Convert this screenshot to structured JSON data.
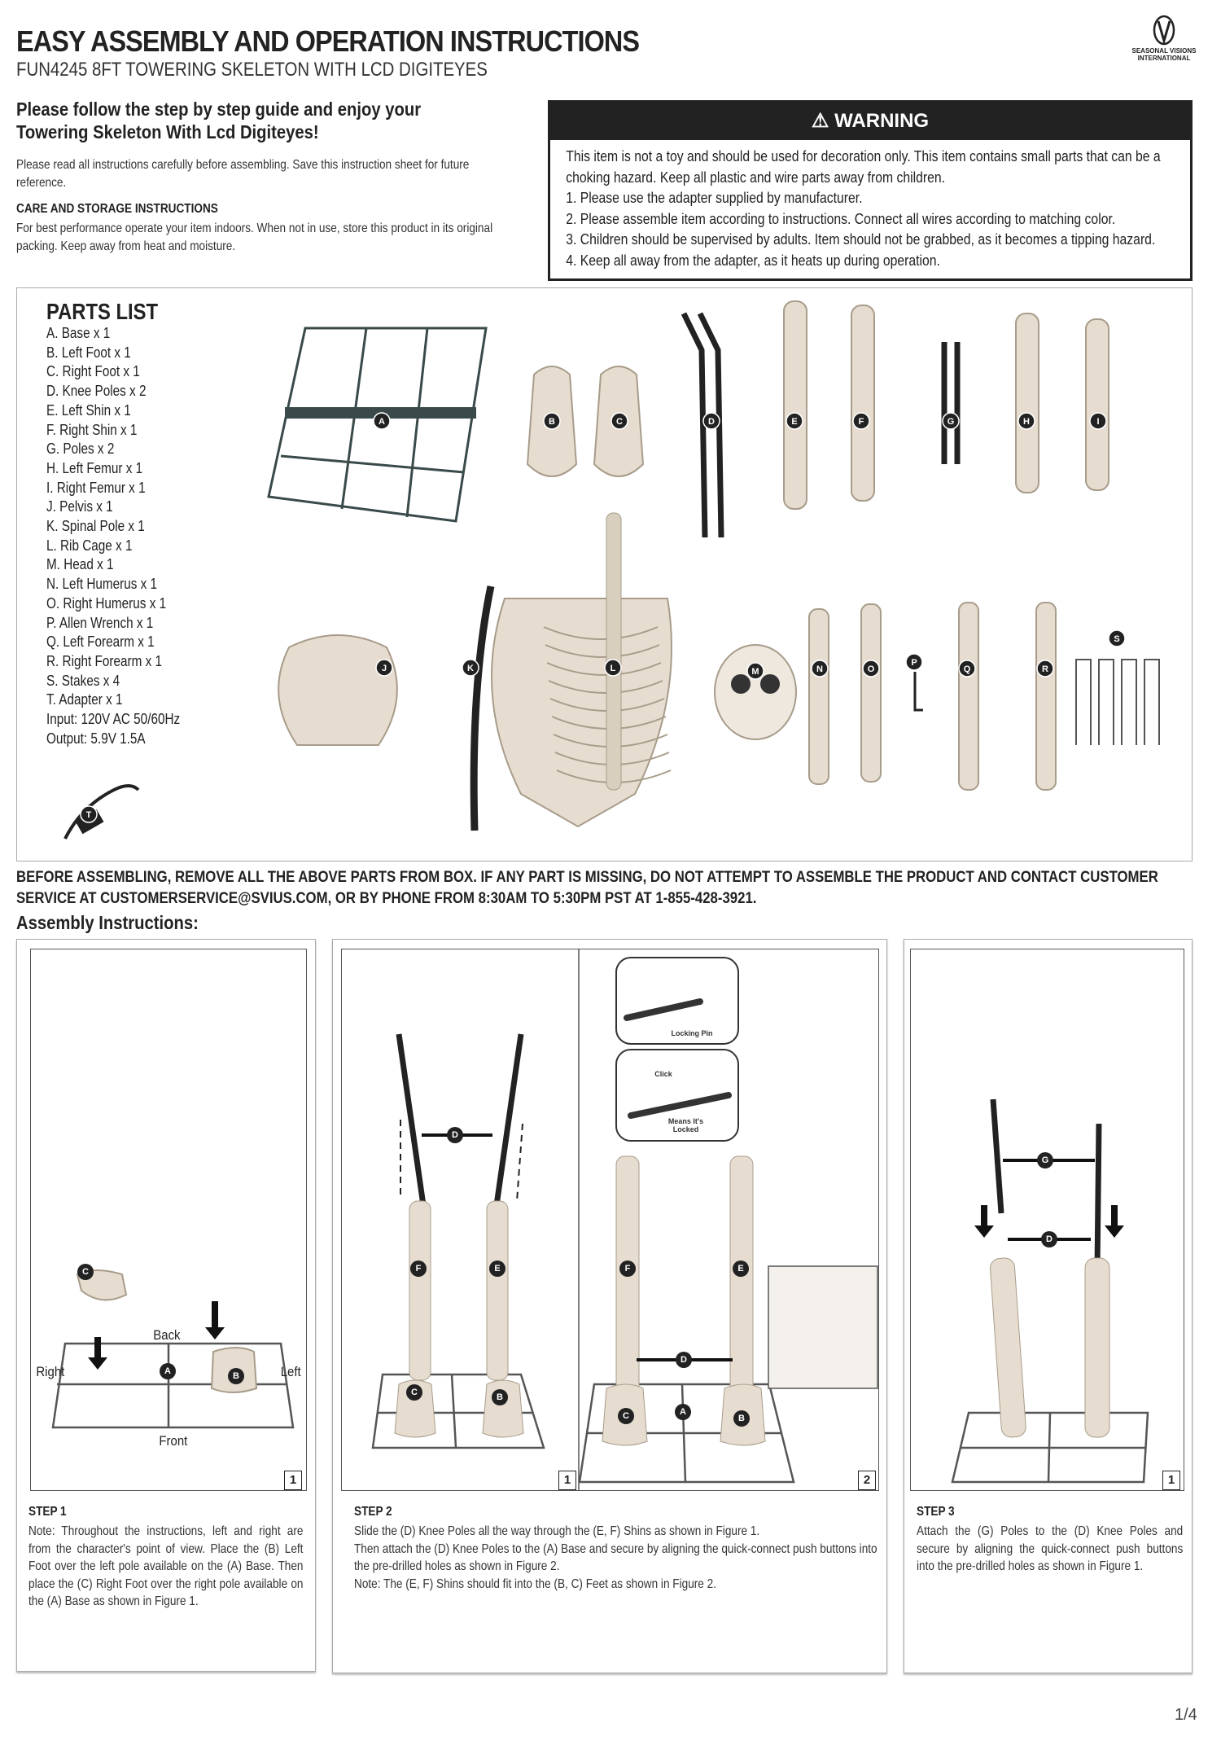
{
  "header": {
    "title": "EASY ASSEMBLY AND OPERATION INSTRUCTIONS",
    "subtitle": "FUN4245 8FT TOWERING SKELETON WITH LCD DIGITEYES",
    "logo_text": "SEASONAL VISIONS INTERNATIONAL"
  },
  "intro": {
    "heading_line1": "Please follow the step by step guide and enjoy your",
    "heading_line2": "Towering Skeleton With Lcd Digiteyes!",
    "paragraph": "Please read all instructions carefully before assembling. Save this instruction sheet for future reference.",
    "care_heading": "CARE AND STORAGE INSTRUCTIONS",
    "care_text": "For best performance operate your item indoors. When not in use, store this product in its original packing. Keep away from heat and moisture."
  },
  "warning": {
    "icon": "warning-triangle-icon",
    "title": "WARNING",
    "intro": "This item is not a toy and should be used for decoration only. This item contains small parts that can be a choking hazard. Keep all plastic and wire parts away from children.",
    "items": [
      "1. Please use the adapter supplied by manufacturer.",
      "2. Please assemble item according to instructions. Connect all wires according to matching color.",
      "3. Children should be supervised by adults. Item should not be grabbed, as it becomes a tipping hazard.",
      "4. Keep all away from the adapter, as it heats up during operation."
    ]
  },
  "parts": {
    "title": "PARTS LIST",
    "items": [
      "A.  Base x 1",
      "B.  Left Foot x 1",
      "C.  Right Foot x 1",
      "D.  Knee Poles x 2",
      "E.  Left Shin x 1",
      "F.  Right Shin x 1",
      "G.  Poles x 2",
      "H.  Left Femur x 1",
      "I.   Right Femur x 1",
      "J.  Pelvis x 1",
      "K.  Spinal Pole x 1",
      "L.  Rib Cage x 1",
      "M.  Head x 1",
      "N.  Left Humerus x 1",
      "O.  Right Humerus x 1",
      "P.  Allen Wrench x 1",
      "Q.  Left Forearm x 1",
      "R.  Right Forearm x 1",
      "S.  Stakes x 4",
      "T.  Adapter x 1",
      "Input: 120V AC 50/60Hz",
      "Output: 5.9V 1.5A"
    ],
    "labels": [
      "A",
      "B",
      "C",
      "D",
      "E",
      "F",
      "G",
      "H",
      "I",
      "J",
      "K",
      "L",
      "M",
      "N",
      "O",
      "P",
      "Q",
      "R",
      "S",
      "T"
    ]
  },
  "notice": "BEFORE ASSEMBLING, REMOVE ALL THE ABOVE PARTS FROM BOX. IF ANY PART IS MISSING, DO NOT ATTEMPT TO ASSEMBLE THE PRODUCT AND CONTACT CUSTOMER SERVICE AT CUSTOMERSERVICE@SVIUS.COM, OR BY PHONE FROM 8:30AM TO 5:30PM PST AT 1-855-428-3921.",
  "assembly": {
    "heading": "Assembly Instructions:",
    "step1": {
      "title": "STEP 1",
      "text": "Note: Throughout the instructions, left and right are from the character's point of view. Place the (B) Left Foot over the left pole available on the (A) Base. Then place the (C) Right Foot over the right pole available on the (A) Base as shown in Figure 1.",
      "fig_labels": {
        "back": "Back",
        "right": "Right",
        "left": "Left",
        "front": "Front",
        "c": "C",
        "a": "A",
        "b": "B"
      },
      "figure": "1"
    },
    "step2": {
      "title": "STEP 2",
      "lines": [
        "Slide the (D) Knee Poles all the way through the (E, F) Shins as shown in Figure 1.",
        "Then attach the (D) Knee Poles to the (A) Base and secure by aligning the quick-connect push buttons into the pre-drilled holes as shown in Figure 2.",
        "Note: The (E, F) Shins should fit into the (B, C) Feet as shown in Figure 2."
      ],
      "fig1_labels": {
        "d": "D",
        "f": "F",
        "e": "E",
        "c": "C",
        "b": "B"
      },
      "fig2_labels": {
        "f": "F",
        "e": "E",
        "d": "D",
        "c": "C",
        "a": "A",
        "b": "B"
      },
      "inset": {
        "locking_pin": "Locking Pin",
        "click": "Click",
        "means_locked": "Means It's Locked"
      },
      "figure1": "1",
      "figure2": "2"
    },
    "step3": {
      "title": "STEP 3",
      "text": "Attach the (G) Poles to the (D) Knee Poles and secure by aligning the quick-connect push buttons into the pre-drilled holes as shown in Figure 1.",
      "fig_labels": {
        "g": "G",
        "d": "D"
      },
      "figure": "1"
    }
  },
  "page": "1/4"
}
